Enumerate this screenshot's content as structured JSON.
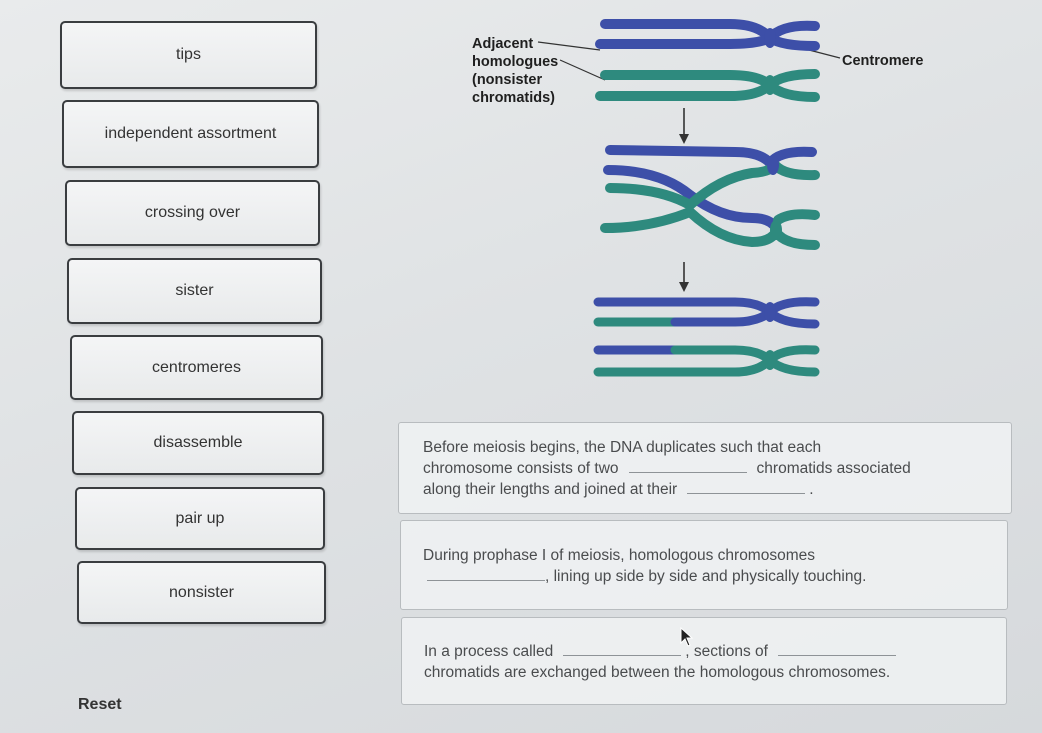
{
  "terms": [
    "tips",
    "independent assortment",
    "crossing over",
    "sister",
    "centromeres",
    "disassemble",
    "pair up",
    "nonsister"
  ],
  "diagram": {
    "label_adjacent": "Adjacent",
    "label_homologues": "homologues",
    "label_nonsister": "(nonsister",
    "label_chromatids": "chromatids)",
    "label_centromere": "Centromere"
  },
  "sentences": {
    "s1_line1": "Before meiosis begins, the DNA duplicates such that each",
    "s1_line2a": "chromosome consists of two",
    "s1_line2b": "chromatids associated",
    "s1_line3a": "along their lengths and joined at their",
    "s1_line3b": ".",
    "s2_line1": "During prophase I of meiosis, homologous chromosomes",
    "s2_line2": ", lining up side by side and physically touching.",
    "s3_line1a": "In a process called",
    "s3_line1b": ", sections of",
    "s3_line2": "chromatids are exchanged between the homologous chromosomes."
  },
  "reset_label": "Reset",
  "colors": {
    "blue_chromatid": "#3d4fa8",
    "teal_chromatid": "#2e8a7e"
  }
}
